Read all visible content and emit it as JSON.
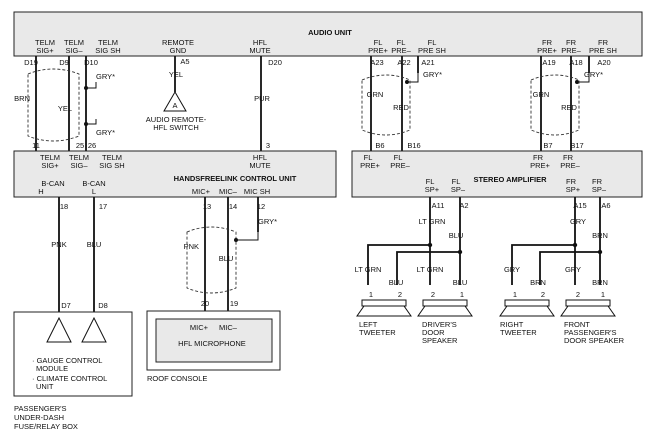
{
  "audio_unit": {
    "title": "AUDIO UNIT",
    "pins": [
      {
        "name1": "TELM",
        "name2": "SIG+",
        "pin": "D19"
      },
      {
        "name1": "TELM",
        "name2": "SIG–",
        "pin": "D9"
      },
      {
        "name1": "TELM",
        "name2": "SIG SH",
        "pin": "D10"
      },
      {
        "name1": "REMOTE",
        "name2": "GND",
        "pin": "A5"
      },
      {
        "name1": "HFL",
        "name2": "MUTE",
        "pin": "D20"
      },
      {
        "name1": "FL",
        "name2": "PRE+",
        "pin": "A23"
      },
      {
        "name1": "FL",
        "name2": "PRE–",
        "pin": "A22"
      },
      {
        "name1": "FL",
        "name2": "PRE SH",
        "pin": "A21"
      },
      {
        "name1": "FR",
        "name2": "PRE+",
        "pin": "A19"
      },
      {
        "name1": "FR",
        "name2": "PRE–",
        "pin": "A18"
      },
      {
        "name1": "FR",
        "name2": "PRE SH",
        "pin": "A20"
      }
    ]
  },
  "wire_colors": {
    "brn": "BRN",
    "yel": "YEL",
    "gry_shield": "GRY*",
    "pur": "PUR",
    "grn": "GRN",
    "red": "RED",
    "pnk": "PNK",
    "blu": "BLU",
    "lt_grn": "LT GRN",
    "gry": "GRY"
  },
  "audio_remote": {
    "symbol": "A",
    "line1": "AUDIO REMOTE-",
    "line2": "HFL SWITCH"
  },
  "hfl_control": {
    "title": "HANDSFREELINK CONTROL UNIT",
    "top_pins": [
      {
        "name1": "TELM",
        "name2": "SIG+",
        "pin": "11"
      },
      {
        "name1": "TELM",
        "name2": "SIG–",
        "pin": "25"
      },
      {
        "name1": "TELM",
        "name2": "SIG SH",
        "pin": "26"
      },
      {
        "name1": "HFL",
        "name2": "MUTE",
        "pin": "3"
      }
    ],
    "bottom_pins": [
      {
        "name1": "B-CAN",
        "name2": "H",
        "pin": "18"
      },
      {
        "name1": "B-CAN",
        "name2": "L",
        "pin": "17"
      },
      {
        "name1": "MIC+",
        "name2": "",
        "pin": "13"
      },
      {
        "name1": "MIC–",
        "name2": "",
        "pin": "14"
      },
      {
        "name1": "MIC SH",
        "name2": "",
        "pin": "12"
      }
    ]
  },
  "stereo_amp": {
    "title": "STEREO AMPLIFIER",
    "top_pins": [
      {
        "name1": "FL",
        "name2": "PRE+",
        "pin": "B6"
      },
      {
        "name1": "FL",
        "name2": "PRE–",
        "pin": "B16"
      },
      {
        "name1": "FR",
        "name2": "PRE+",
        "pin": "B7"
      },
      {
        "name1": "FR",
        "name2": "PRE–",
        "pin": "B17"
      }
    ],
    "bottom_pins": [
      {
        "name1": "FL",
        "name2": "SP+",
        "pin": "A11"
      },
      {
        "name1": "FL",
        "name2": "SP–",
        "pin": "A2"
      },
      {
        "name1": "FR",
        "name2": "SP+",
        "pin": "A15"
      },
      {
        "name1": "FR",
        "name2": "SP–",
        "pin": "A6"
      }
    ]
  },
  "fuse_box": {
    "pin1": "D7",
    "pin2": "D8",
    "module1_line1": "· GAUGE CONTROL",
    "module1_line2": "MODULE",
    "module2_line1": "· CLIMATE CONTROL",
    "module2_line2": "UNIT",
    "caption_line1": "PASSENGER'S",
    "caption_line2": "UNDER-DASH",
    "caption_line3": "FUSE/RELAY BOX"
  },
  "roof_console": {
    "pin1": "20",
    "pin2": "19",
    "mic_plus": "MIC+",
    "mic_minus": "MIC–",
    "title": "HFL MICROPHONE",
    "caption": "ROOF CONSOLE"
  },
  "speakers": [
    {
      "pin1": "1",
      "pin2": "2",
      "line1": "LEFT",
      "line2": "TWEETER",
      "line3": ""
    },
    {
      "pin1": "2",
      "pin2": "1",
      "line1": "DRIVER'S",
      "line2": "DOOR",
      "line3": "SPEAKER"
    },
    {
      "pin1": "1",
      "pin2": "2",
      "line1": "RIGHT",
      "line2": "TWEETER",
      "line3": ""
    },
    {
      "pin1": "2",
      "pin2": "1",
      "line1": "FRONT",
      "line2": "PASSENGER'S",
      "line3": "DOOR SPEAKER"
    }
  ]
}
